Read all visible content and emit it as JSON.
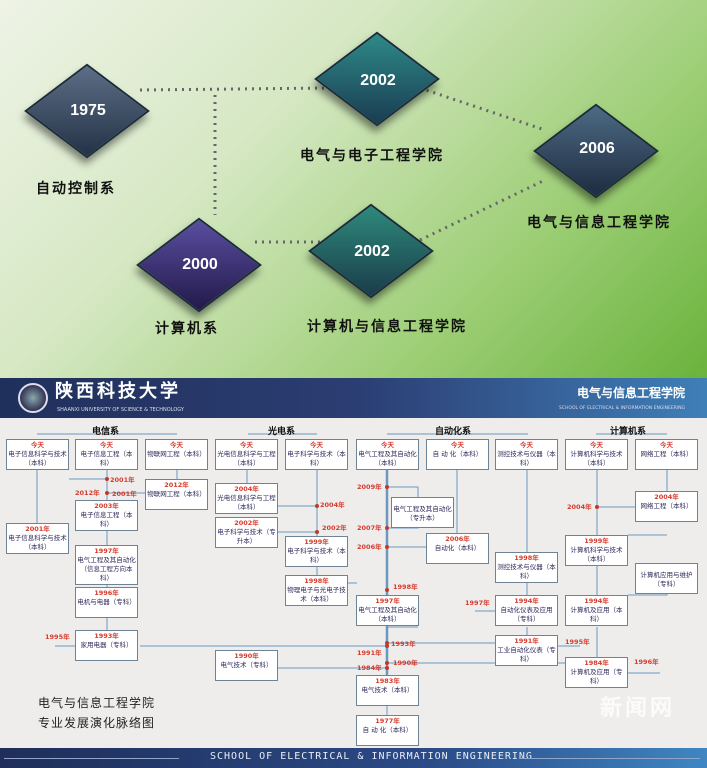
{
  "top": {
    "nodes": [
      {
        "year": "1975",
        "label": "自动控制系"
      },
      {
        "year": "2002",
        "label": "电气与电子工程学院"
      },
      {
        "year": "2006",
        "label": "电气与信息工程学院"
      },
      {
        "year": "2000",
        "label": "计算机系"
      },
      {
        "year": "2002",
        "label": "计算机与信息工程学院"
      }
    ]
  },
  "header": {
    "university": "陕西科技大学",
    "university_en": "SHAANXI UNIVERSITY OF SCIENCE & TECHNOLOGY",
    "school": "电气与信息工程学院",
    "school_en": "SCHOOL OF ELECTRICAL & INFORMATION ENGINEERING"
  },
  "departments": [
    "电信系",
    "光电系",
    "自动化系",
    "计算机系"
  ],
  "today": "今天",
  "boxes": [
    {
      "year": "今天",
      "text": "电子信息科学与技术（本科）"
    },
    {
      "year": "今天",
      "text": "电子信息工程（本科）"
    },
    {
      "year": "今天",
      "text": "物联网工程（本科）"
    },
    {
      "year": "今天",
      "text": "光电信息科学与工程（本科）"
    },
    {
      "year": "今天",
      "text": "电子科学与技术（本科）"
    },
    {
      "year": "今天",
      "text": "电气工程及其自动化（本科）"
    },
    {
      "year": "今天",
      "text": "自 动 化（本科）"
    },
    {
      "year": "今天",
      "text": "测控技术与仪器（本科）"
    },
    {
      "year": "今天",
      "text": "计算机科学与技术（本科）"
    },
    {
      "year": "今天",
      "text": "网络工程（本科）"
    },
    {
      "year": "2012年",
      "text": "物联网工程（本科）"
    },
    {
      "year": "2003年",
      "text": "电子信息工程（本科）"
    },
    {
      "year": "2001年",
      "text": "电子信息科学与技术（本科）"
    },
    {
      "year": "1997年",
      "text": "电气工程及其自动化（信息工程方向本科）"
    },
    {
      "year": "1996年",
      "text": "电机与电器（专科）"
    },
    {
      "year": "1993年",
      "text": "家用电器（专科）"
    },
    {
      "year": "2004年",
      "text": "光电信息科学与工程（本科）"
    },
    {
      "year": "2002年",
      "text": "电子科学与技术（专升本）"
    },
    {
      "year": "1999年",
      "text": "电子科学与技术（本科）"
    },
    {
      "year": "1998年",
      "text": "物理电子与光电子技术（本科）"
    },
    {
      "year": "1990年",
      "text": "电气技术（专科）"
    },
    {
      "year": "",
      "text": "电气工程及其自动化（专升本）"
    },
    {
      "year": "2006年",
      "text": "自动化（本科）"
    },
    {
      "year": "1997年",
      "text": "电气工程及其自动化（本科）"
    },
    {
      "year": "1983年",
      "text": "电气技术（本科）"
    },
    {
      "year": "1977年",
      "text": "自 动 化（本科）"
    },
    {
      "year": "1998年",
      "text": "测控技术与仪器（本科）"
    },
    {
      "year": "1994年",
      "text": "自动化仪表及应用（专科）"
    },
    {
      "year": "1991年",
      "text": "工业自动化仪表（专科）"
    },
    {
      "year": "2004年",
      "text": "网络工程（本科）"
    },
    {
      "year": "1999年",
      "text": "计算机科学与技术（本科）"
    },
    {
      "year": "",
      "text": "计算机应用与维护（专科）"
    },
    {
      "year": "1994年",
      "text": "计算机及应用（本科）"
    },
    {
      "year": "1984年",
      "text": "计算机及应用（专科）"
    }
  ],
  "years": [
    "2012年",
    "2001年",
    "2001年",
    "2004年",
    "2002年",
    "2009年",
    "2007年",
    "2006年",
    "1998年",
    "1997年",
    "1993年",
    "1991年",
    "1990年",
    "1984年",
    "1995年",
    "2004年",
    "1995年",
    "1996年"
  ],
  "caption": {
    "line1": "电气与信息工程学院",
    "line2": "专业发展演化脉络图"
  },
  "watermark": "新闻网",
  "footer": "SCHOOL OF ELECTRICAL & INFORMATION ENGINEERING"
}
